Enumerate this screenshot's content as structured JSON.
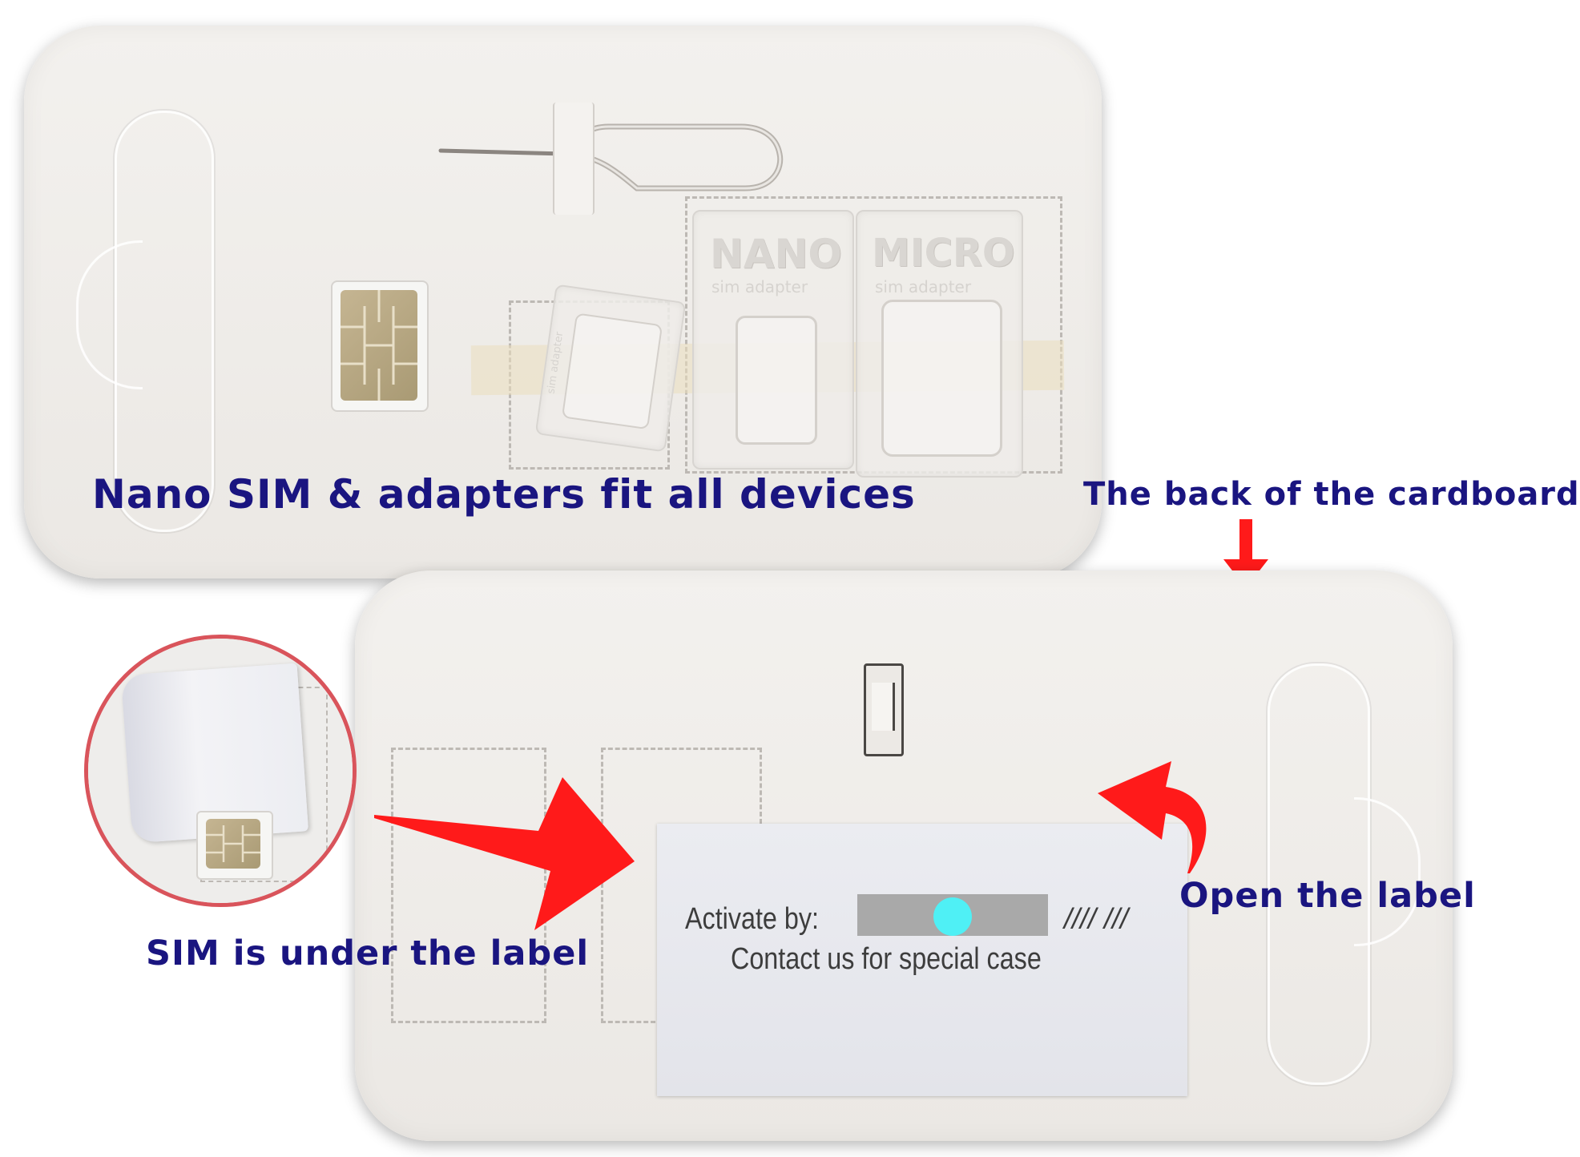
{
  "captions": {
    "front": "Nano SIM & adapters fit all devices",
    "back": "The back of the cardboard",
    "sim_under": "SIM is under the label",
    "open_label": "Open the label"
  },
  "adapters": {
    "nano_word": "NANO",
    "micro_word": "MICRO",
    "sub_text": "sim adapter",
    "small_side_text": "sim adapter"
  },
  "label": {
    "activate_text": "Activate by:",
    "code_text": "//// ///",
    "contact_text": "Contact us for special case"
  },
  "colors": {
    "caption_text": "#1a1580",
    "arrow_red": "#ff1a1a",
    "inset_ring": "#d9545b",
    "redaction_bar": "#a9a9a9",
    "redaction_dot": "#4ff0f5"
  }
}
